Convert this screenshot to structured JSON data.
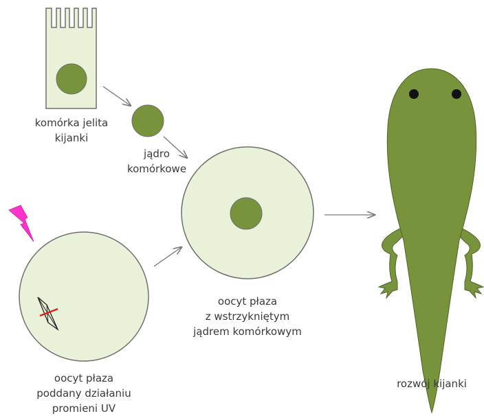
{
  "labels": {
    "intestine_cell": [
      "komórka jelita",
      "kijanki"
    ],
    "nucleus": [
      "jądro",
      "komórkowe"
    ],
    "oocyte_uv": [
      "oocyt płaza",
      "poddany działaniu",
      "promieni UV"
    ],
    "oocyte_injected": [
      "oocyt płaza",
      "z wstrzykniętym",
      "jądrem komórkowym"
    ],
    "tadpole_development": "rozwój kijanki"
  },
  "colors": {
    "cell_fill": "#e9f1d8",
    "nucleus_fill": "#77933c",
    "outline": "#6f6f6f",
    "tadpole_fill": "#77933c",
    "uv_bolt": "#ff33cc",
    "spindle_line": "#e0201a",
    "arrow": "#777777"
  },
  "icons": {
    "uv": "lightning-bolt-icon"
  }
}
